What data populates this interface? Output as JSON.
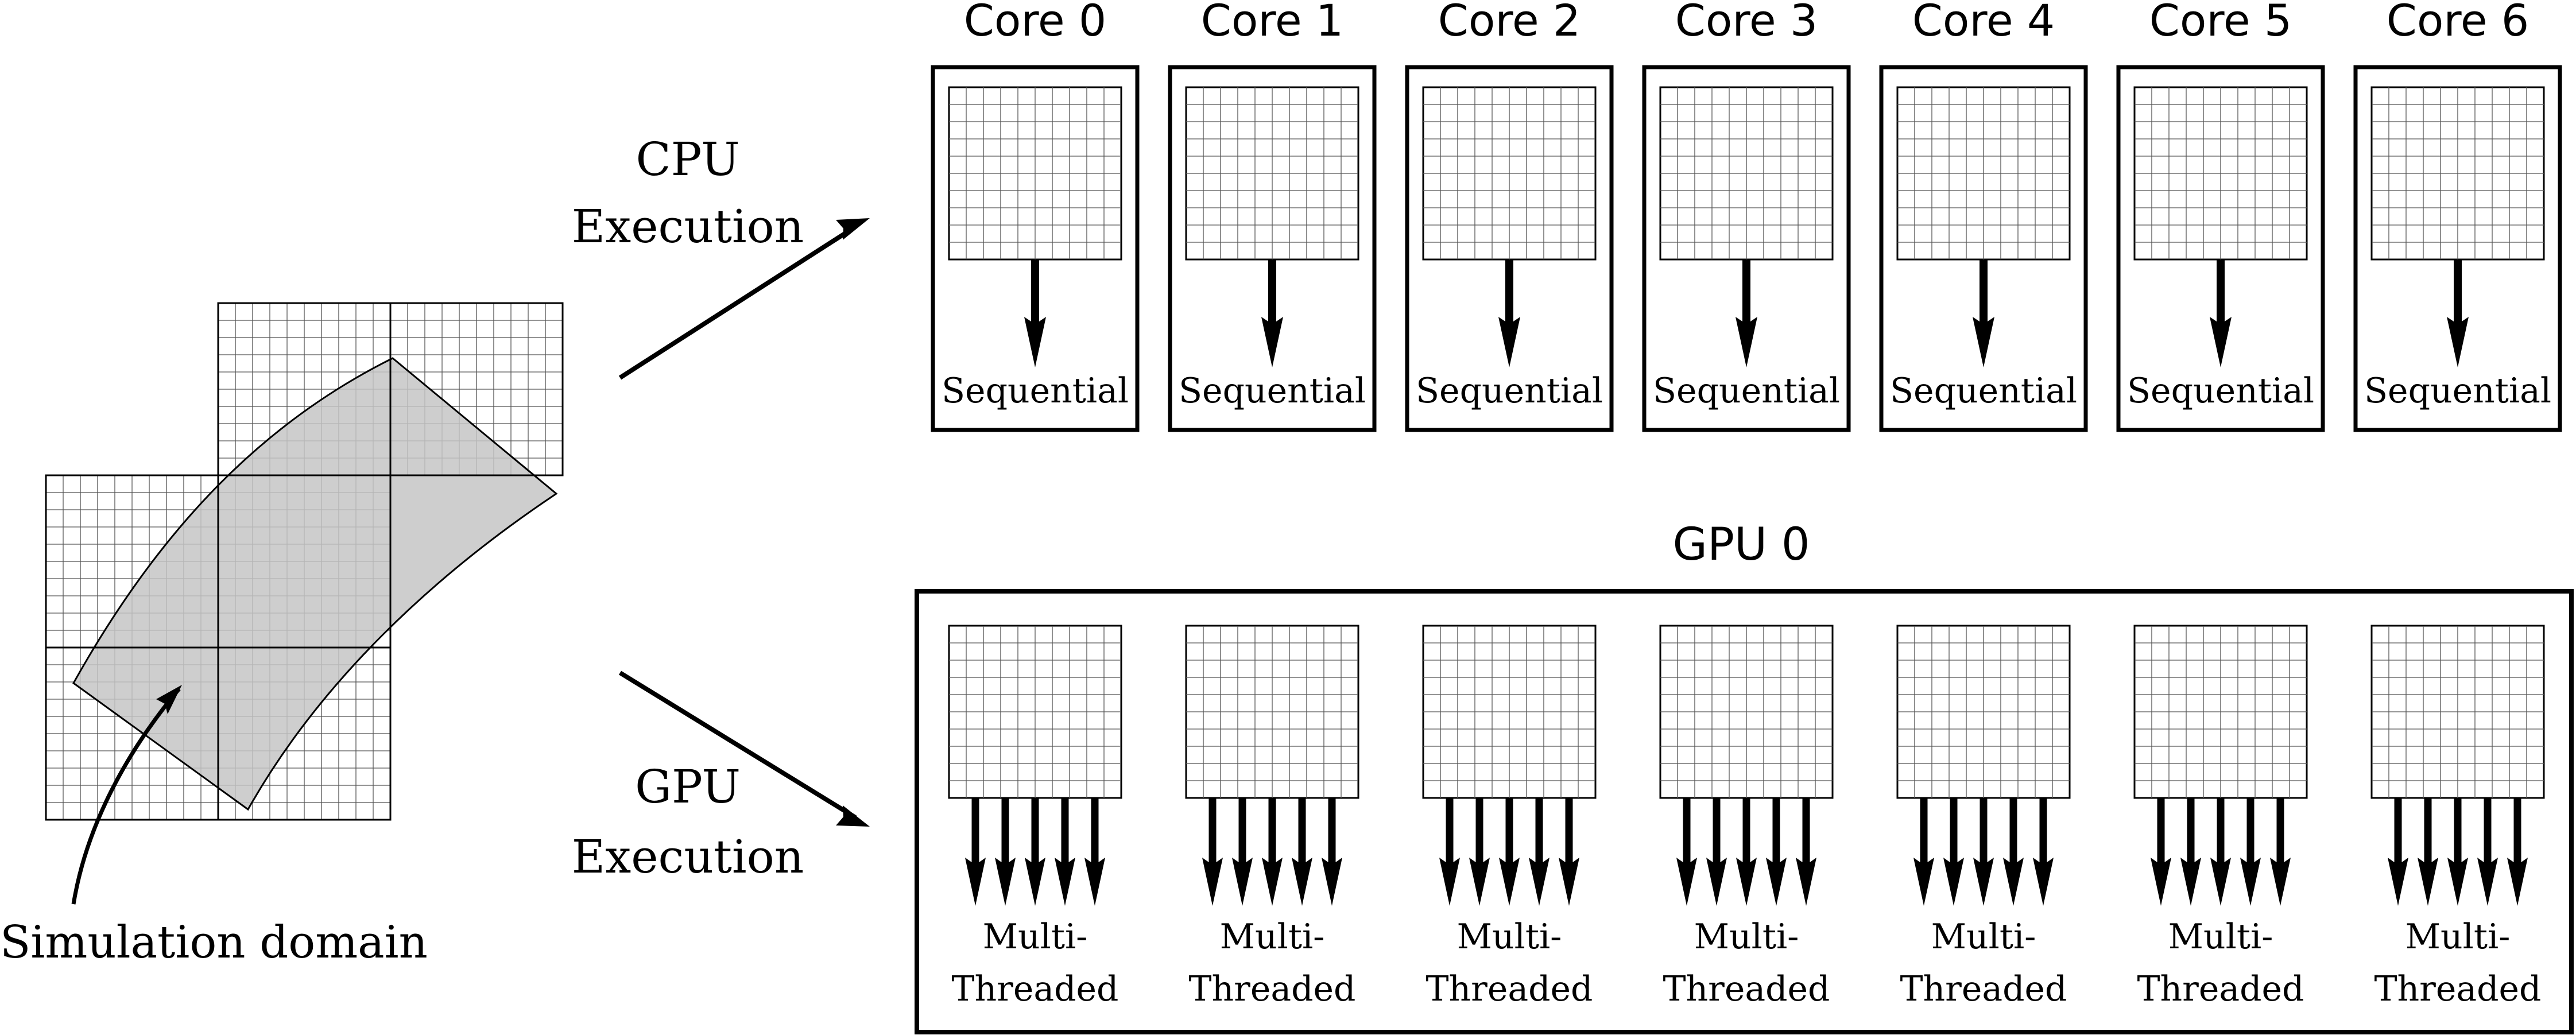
{
  "domain_label": "Simulation domain",
  "cpu": {
    "label_line1": "CPU",
    "label_line2": "Execution",
    "cores": [
      {
        "title": "Core 0",
        "mode": "Sequential"
      },
      {
        "title": "Core 1",
        "mode": "Sequential"
      },
      {
        "title": "Core 2",
        "mode": "Sequential"
      },
      {
        "title": "Core 3",
        "mode": "Sequential"
      },
      {
        "title": "Core 4",
        "mode": "Sequential"
      },
      {
        "title": "Core 5",
        "mode": "Sequential"
      },
      {
        "title": "Core 6",
        "mode": "Sequential"
      }
    ]
  },
  "gpu": {
    "label_line1": "GPU",
    "label_line2": "Execution",
    "title": "GPU 0",
    "blocks": [
      {
        "mode_line1": "Multi-",
        "mode_line2": "Threaded"
      },
      {
        "mode_line1": "Multi-",
        "mode_line2": "Threaded"
      },
      {
        "mode_line1": "Multi-",
        "mode_line2": "Threaded"
      },
      {
        "mode_line1": "Multi-",
        "mode_line2": "Threaded"
      },
      {
        "mode_line1": "Multi-",
        "mode_line2": "Threaded"
      },
      {
        "mode_line1": "Multi-",
        "mode_line2": "Threaded"
      },
      {
        "mode_line1": "Multi-",
        "mode_line2": "Threaded"
      }
    ]
  },
  "colors": {
    "ink": "#000000",
    "domain_fill": "#c6c6c6",
    "fine_grid": "#555555"
  }
}
